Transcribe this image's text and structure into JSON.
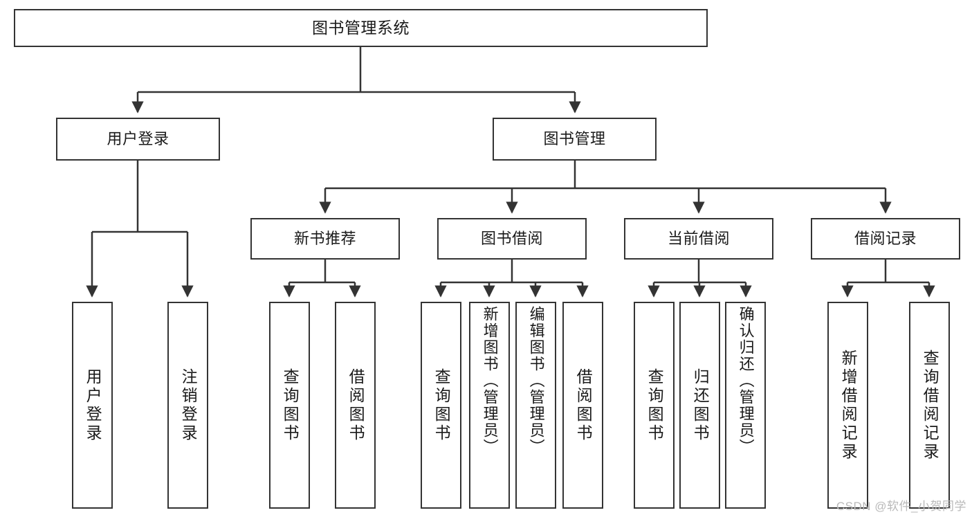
{
  "diagram": {
    "title": "图书管理系统",
    "type": "hierarchy-tree",
    "watermark": "CSDN @软件_小贺同学",
    "colors": {
      "stroke": "#333333",
      "fill": "#ffffff",
      "text": "#1a1a1a",
      "watermark": "#b9b9b9"
    },
    "nodes": {
      "root": {
        "label": "图书管理系统",
        "level": 0
      },
      "user_login": {
        "label": "用户登录",
        "level": 1
      },
      "book_manage": {
        "label": "图书管理",
        "level": 1
      },
      "new_book_rec": {
        "label": "新书推荐",
        "level": 2
      },
      "book_borrow": {
        "label": "图书借阅",
        "level": 2
      },
      "current_borrow": {
        "label": "当前借阅",
        "level": 2
      },
      "borrow_record": {
        "label": "借阅记录",
        "level": 2
      },
      "leaf_user_login": {
        "label": "用户登录",
        "level": 3
      },
      "leaf_logout": {
        "label": "注销登录",
        "level": 3
      },
      "leaf_query_book_1": {
        "label": "查询图书",
        "level": 3
      },
      "leaf_borrow_book_1": {
        "label": "借阅图书",
        "level": 3
      },
      "leaf_query_book_2": {
        "label": "查询图书",
        "level": 3
      },
      "leaf_add_book": {
        "label": "新增图书（管理员）",
        "level": 3
      },
      "leaf_edit_book": {
        "label": "编辑图书（管理员）",
        "level": 3
      },
      "leaf_borrow_book_2": {
        "label": "借阅图书",
        "level": 3
      },
      "leaf_query_book_3": {
        "label": "查询图书",
        "level": 3
      },
      "leaf_return_book": {
        "label": "归还图书",
        "level": 3
      },
      "leaf_confirm_return": {
        "label": "确认归还（管理员）",
        "level": 3
      },
      "leaf_add_record": {
        "label": "新增借阅记录",
        "level": 3
      },
      "leaf_query_record": {
        "label": "查询借阅记录",
        "level": 3
      }
    }
  }
}
